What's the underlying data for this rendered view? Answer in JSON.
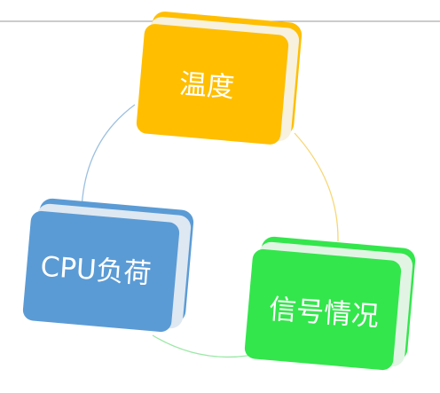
{
  "nodes": [
    {
      "id": "temperature",
      "label": "温度",
      "color": "#FFBE00",
      "side": "#F7F1DE"
    },
    {
      "id": "cpu-load",
      "label": "CPU负荷",
      "color": "#5B9BD5",
      "side": "#DEE8F2"
    },
    {
      "id": "signal",
      "label": "信号情况",
      "color": "#33E64C",
      "side": "#E2F5E4"
    }
  ],
  "connectors": [
    {
      "from": "temperature",
      "to": "signal",
      "color": "#F7D774"
    },
    {
      "from": "signal",
      "to": "cpu-load",
      "color": "#9BE8A6"
    },
    {
      "from": "cpu-load",
      "to": "temperature",
      "color": "#9CC0E0"
    }
  ],
  "guide_line_color": "#999999"
}
